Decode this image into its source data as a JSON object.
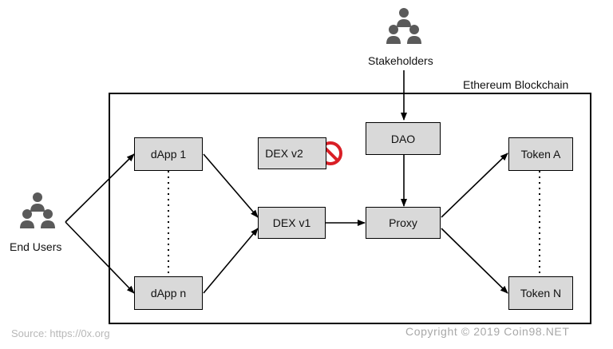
{
  "blockchain": {
    "label": "Ethereum Blockchain"
  },
  "actors": {
    "stakeholders": "Stakeholders",
    "end_users": "End Users"
  },
  "nodes": {
    "dapp_1": "dApp 1",
    "dapp_n": "dApp n",
    "dex_v2": "DEX v2",
    "dex_v1": "DEX v1",
    "dao": "DAO",
    "proxy": "Proxy",
    "token_a": "Token A",
    "token_n": "Token N"
  },
  "footer": {
    "source": "Source: https://0x.org",
    "copyright": "Copyright © 2019 Coin98.NET"
  },
  "colors": {
    "box_fill": "#d9d9d9",
    "prohibited_red": "#d91f26",
    "watermark": "#b8b8b8"
  },
  "icons": {
    "people": "people-group-icon",
    "prohibited": "prohibited-icon"
  }
}
